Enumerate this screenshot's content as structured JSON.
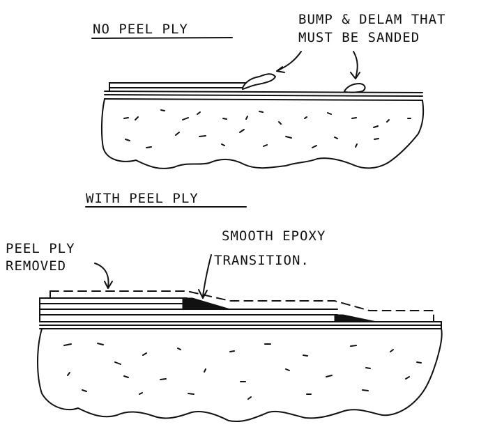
{
  "top": {
    "heading": "NO PEEL PLY",
    "note_line1": "BUMP & DELAM THAT",
    "note_line2": "MUST BE SANDED"
  },
  "bottom": {
    "heading": "WITH PEEL PLY",
    "left_note_line1": "PEEL PLY",
    "left_note_line2": "REMOVED",
    "right_note_line1": "SMOOTH EPOXY",
    "right_note_line2": "TRANSITION."
  },
  "colors": {
    "ink": "#111111",
    "paper": "#ffffff"
  }
}
